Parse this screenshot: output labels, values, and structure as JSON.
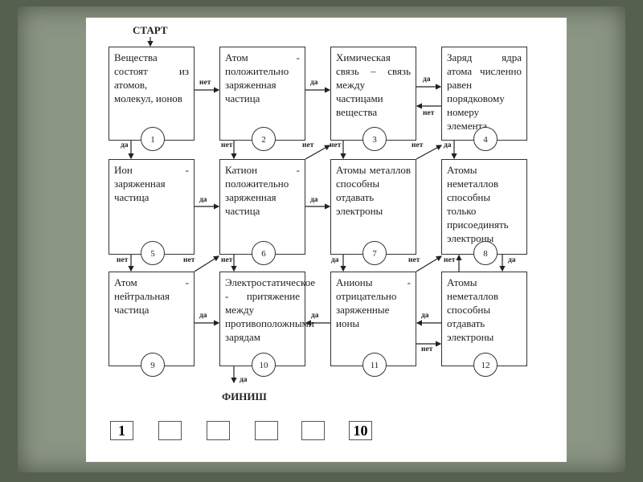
{
  "start": "СТАРТ",
  "finish": "ФИНИШ",
  "boxes": [
    {
      "n": "1",
      "text": "Вещества состоят из атомов, молекул, ионов"
    },
    {
      "n": "2",
      "text": "Атом - положительно заряженная частица"
    },
    {
      "n": "3",
      "text": "Химическая связь – связь между частицами вещества"
    },
    {
      "n": "4",
      "text": "Заряд ядра атома численно равен порядковому номеру элемента"
    },
    {
      "n": "5",
      "text": "Ион - заряженная частица"
    },
    {
      "n": "6",
      "text": "Катион - положительно заряженная частица"
    },
    {
      "n": "7",
      "text": "Атомы металлов способны отдавать электроны"
    },
    {
      "n": "8",
      "text": "Атомы неметаллов способны только присоединять электроны"
    },
    {
      "n": "9",
      "text": "Атом - нейтральная частица"
    },
    {
      "n": "10",
      "text": "Электростатическое - притяжение между противоположными зарядам"
    },
    {
      "n": "11",
      "text": "Анионы - отрицательно заряженные ионы"
    },
    {
      "n": "12",
      "text": "Атомы неметаллов способны отдавать электроны"
    }
  ],
  "yes": "да",
  "no": "нет",
  "answers": [
    "1",
    "",
    "",
    "",
    "",
    "10"
  ]
}
